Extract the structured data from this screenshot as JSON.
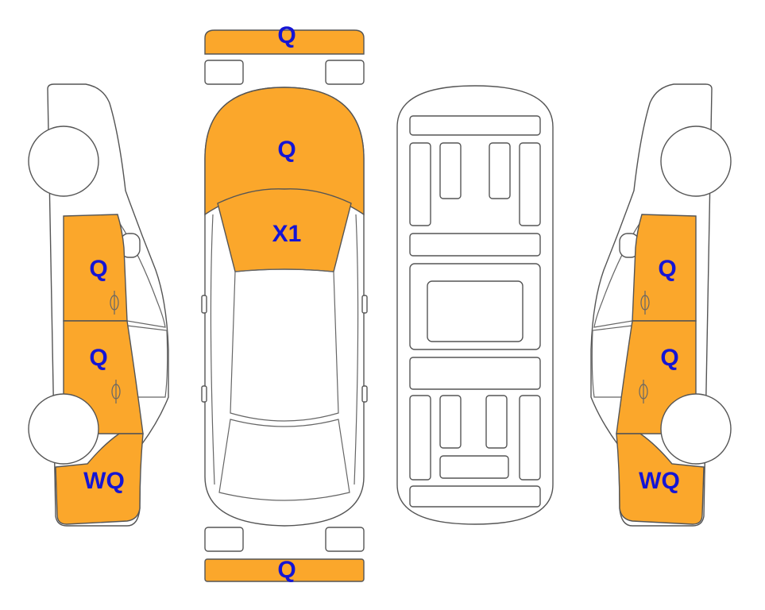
{
  "colors": {
    "damage_fill": "#FBA72B",
    "label_text": "#1515D4"
  },
  "labels": {
    "front_bumper": "Q",
    "hood": "Q",
    "windshield": "X1",
    "rear_bumper": "Q",
    "left_front_door": "Q",
    "left_rear_door": "Q",
    "left_rear_quarter": "WQ",
    "right_front_door": "Q",
    "right_rear_door": "Q",
    "right_rear_quarter": "WQ"
  }
}
